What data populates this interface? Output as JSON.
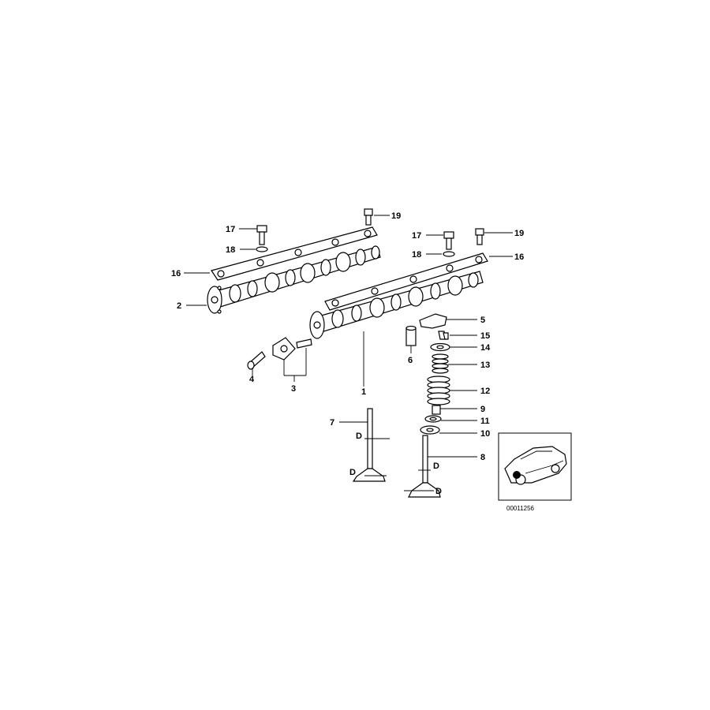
{
  "callouts": {
    "n1": "1",
    "n2": "2",
    "n3": "3",
    "n4": "4",
    "n5": "5",
    "n6": "6",
    "n7": "7",
    "n8": "8",
    "n9": "9",
    "n10": "10",
    "n11": "11",
    "n12": "12",
    "n13": "13",
    "n14": "14",
    "n15": "15",
    "n16": "16",
    "n17": "17",
    "n18": "18",
    "n19": "19",
    "d": "D"
  },
  "inset": {
    "code": "00011256"
  },
  "colors": {
    "line": "#000000",
    "background": "#ffffff",
    "inset_marker": "#000000"
  }
}
